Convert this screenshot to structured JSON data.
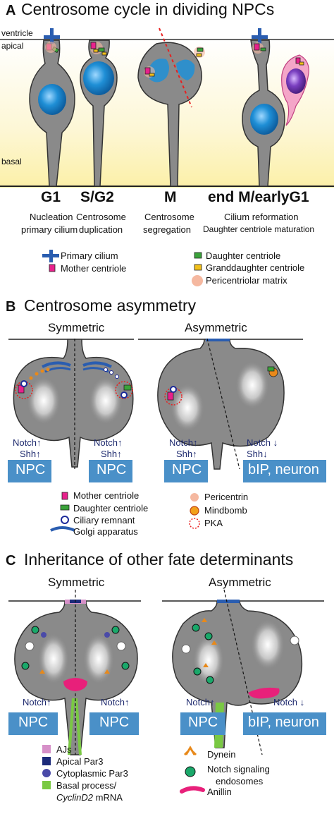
{
  "panelA": {
    "letter": "A",
    "title": "Centrosome cycle in dividing NPCs",
    "label_ventricle": "ventricle",
    "label_apical": "apical",
    "label_basal": "basal",
    "phases": [
      {
        "name": "G1",
        "desc1": "Nucleation",
        "desc2": "primary cilium"
      },
      {
        "name": "S/G2",
        "desc1": "Centrosome",
        "desc2": "duplication"
      },
      {
        "name": "M",
        "desc1": "Centrosome",
        "desc2": "segregation"
      },
      {
        "name": "end M/earlyG1",
        "desc1": "Cilium reformation",
        "desc2": "Daughter centriole maturation"
      }
    ],
    "legend": {
      "primary_cilium": "Primary cilium",
      "mother_centriole": "Mother centriole",
      "daughter_centriole": "Daughter centriole",
      "granddaughter_centriole": "Granddaughter centriole",
      "pericentriolar_matrix": "Pericentriolar matrix"
    }
  },
  "panelB": {
    "letter": "B",
    "title": "Centrosome asymmetry",
    "symmetric": "Symmetric",
    "asymmetric": "Asymmetric",
    "notch_up": "Notch↑",
    "shh_up": "Shh↑",
    "notch_down": "Notch ↓",
    "shh_down": "Shh↓",
    "npc": "NPC",
    "bip_neuron": "bIP, neuron",
    "legend": {
      "mother_centriole": "Mother centriole",
      "daughter_centriole": "Daughter centriole",
      "ciliary_remnant": "Ciliary remnant",
      "golgi": "Golgi apparatus",
      "pericentrin": "Pericentrin",
      "mindbomb": "Mindbomb",
      "pka": "PKA"
    }
  },
  "panelC": {
    "letter": "C",
    "title": "Inheritance of other fate determinants",
    "symmetric": "Symmetric",
    "asymmetric": "Asymmetric",
    "notch_up": "Notch↑",
    "notch_down": "Notch ↓",
    "npc": "NPC",
    "bip_neuron": "bIP, neuron",
    "legend": {
      "ajs": "AJs",
      "apical_par3": "Apical Par3",
      "cyto_par3": "Cytoplasmic Par3",
      "basal_process_1": "Basal process/",
      "basal_process_2": "CyclinD2",
      "basal_process_3": " mRNA",
      "dynein": "Dynein",
      "notch_endo_1": "Notch signaling",
      "notch_endo_2": "endosomes",
      "anillin": "Anillin"
    }
  },
  "colors": {
    "cell_gray": "#8a8a8a",
    "nucleus_blue": "#1f8fd6",
    "cilium_blue": "#2a5db0",
    "mother_pink": "#e8218c",
    "daughter_green": "#3aa33a",
    "granddaughter_yellow": "#f2c01a",
    "pcm_peach": "#f5b8a0",
    "box_blue": "#4a90c8",
    "text_navy": "#1e2a6e",
    "aj_pink": "#d690c8",
    "par3_navy": "#1c2a7a",
    "par3_purple": "#4a4aa8",
    "basal_green": "#7ac943",
    "dynein_orange": "#e8891a",
    "endosome_green": "#1aa86a",
    "anillin_magenta": "#e8207a"
  }
}
